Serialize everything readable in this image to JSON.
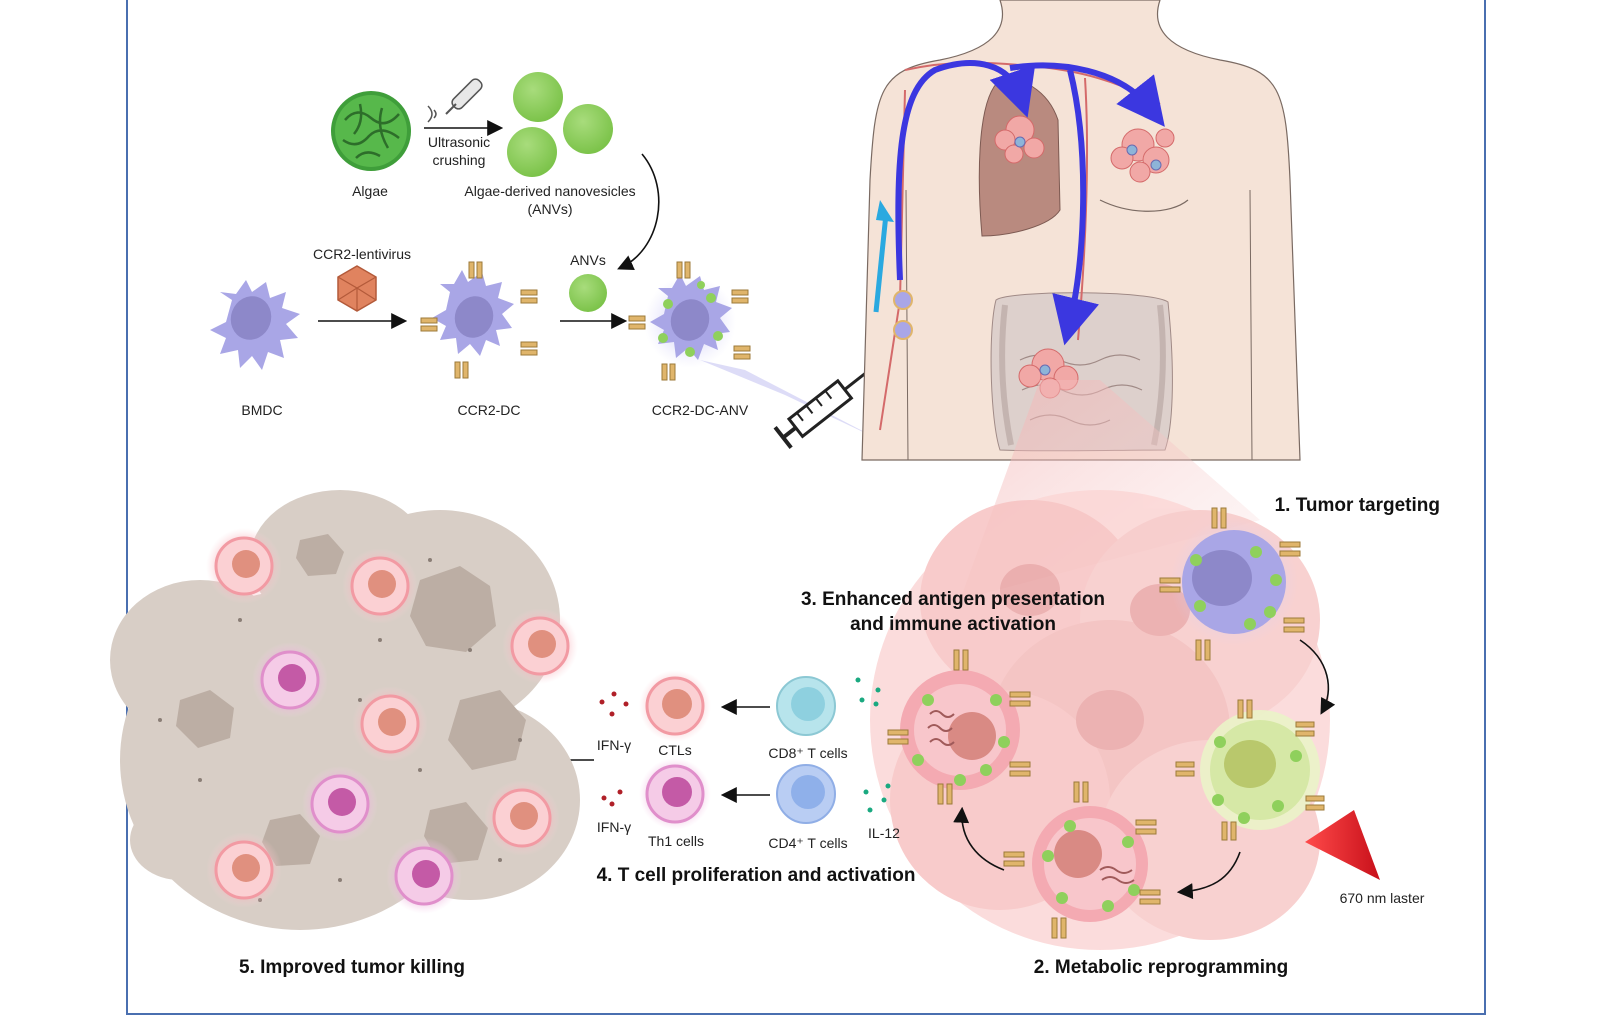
{
  "labels": {
    "algae": "Algae",
    "ultrasonic": "Ultrasonic",
    "crushing": "crushing",
    "anv_title_1": "Algae-derived nanovesicles",
    "anv_title_2": "(ANVs)",
    "ccr2_lentivirus": "CCR2-lentivirus",
    "anvs": "ANVs",
    "bmdc": "BMDC",
    "ccr2_dc": "CCR2-DC",
    "ccr2_dc_anv": "CCR2-DC-ANV",
    "ifn_1": "IFN-γ",
    "ifn_2": "IFN-γ",
    "ctls": "CTLs",
    "th1": "Th1 cells",
    "cd8": "CD8⁺ T cells",
    "cd4": "CD4⁺ T cells",
    "il12": "IL-12",
    "laser": "670 nm laster"
  },
  "steps": {
    "s1": "1. Tumor targeting",
    "s2": "2. Metabolic reprogramming",
    "s3_line1": "3. Enhanced antigen presentation",
    "s3_line2": "and immune activation",
    "s4": "4. T cell proliferation and activation",
    "s5": "5. Improved tumor killing"
  },
  "colors": {
    "frame": "#4a6fb0",
    "dc_purple": "#a9a6e6",
    "nucleus": "#8d88c9",
    "green": "#8fd05c",
    "receptor": "#e0b56b",
    "tumor_pink": "#f2b8b5",
    "tumor_grey": "#c9bfb6",
    "arrow_blue": "#3b37e0",
    "arrow_cyan": "#2aa9e0",
    "laser_red": "#e8202a"
  },
  "icons": [
    "algae-icon",
    "ultrasonic-probe-icon",
    "virus-icon",
    "syringe-icon",
    "body-icon",
    "laser-icon"
  ]
}
